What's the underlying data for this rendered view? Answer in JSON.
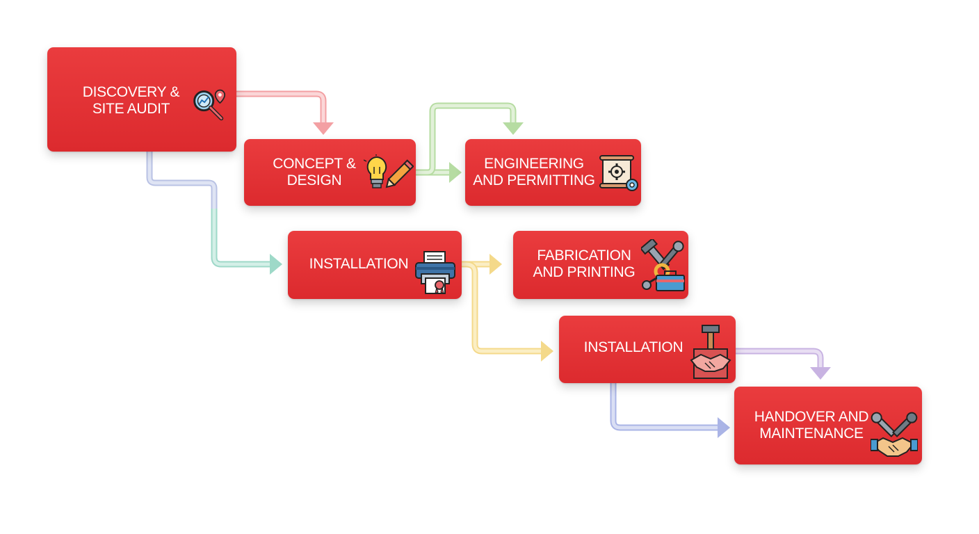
{
  "diagram": {
    "steps": [
      {
        "id": "discovery",
        "label": "DISCOVERY &\nSITE AUDIT",
        "icon": "magnifier-location-icon"
      },
      {
        "id": "concept",
        "label": "CONCEPT &\nDESIGN",
        "icon": "lightbulb-pencil-icon"
      },
      {
        "id": "engineering",
        "label": "ENGINEERING\nAND PERMITTING",
        "icon": "blueprint-gear-icon"
      },
      {
        "id": "installation-1",
        "label": "INSTALLATION",
        "icon": "printer-certificate-icon"
      },
      {
        "id": "fabrication",
        "label": "FABRICATION\nAND PRINTING",
        "icon": "tools-toolbox-icon"
      },
      {
        "id": "installation-2",
        "label": "INSTALLATION",
        "icon": "hammer-handshake-icon"
      },
      {
        "id": "handover",
        "label": "HANDOVER AND\nMAINTENANCE",
        "icon": "wrench-handshake-icon"
      }
    ],
    "colors": {
      "box": "#e0302f",
      "arrow_pink": "#f3a0a3",
      "arrow_green": "#b6dca2",
      "arrow_blue": "#b9c2e4",
      "arrow_teal": "#9ed9c8",
      "arrow_yellow": "#f4d98a",
      "arrow_purple": "#c8b3e2",
      "arrow_indigo": "#aab4e6"
    }
  }
}
